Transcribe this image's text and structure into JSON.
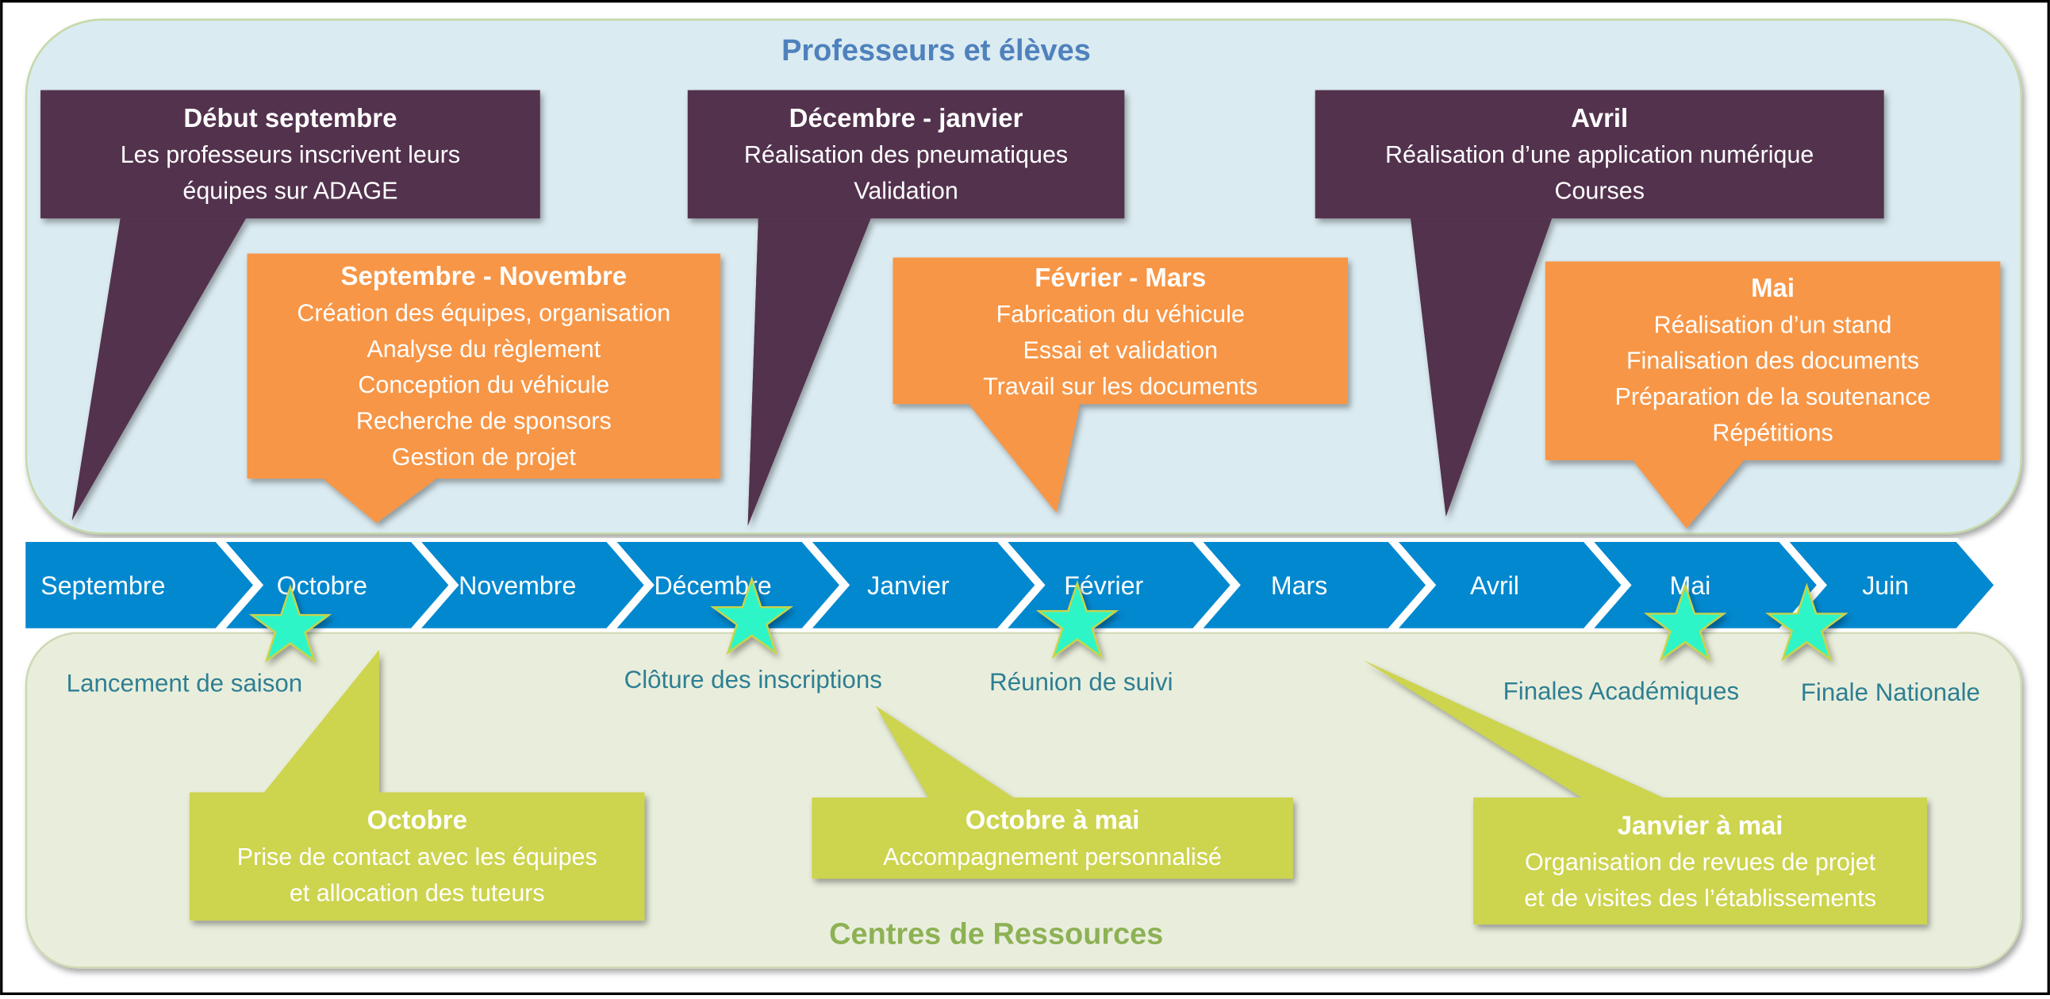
{
  "colors": {
    "top_panel": "#daebf1",
    "top_panel_border": "#c5d9a8",
    "bottom_panel": "#e9eedc",
    "bottom_panel_border": "#cdd9b4",
    "purple": "#53324d",
    "orange": "#f79646",
    "lime": "#cdd44e",
    "chevron": "#0288cf",
    "star": "#2ef5c8",
    "star_edge": "#c8d44a",
    "milestone_text": "#2e7f93",
    "top_title": "#4f81bd",
    "bottom_title": "#8db154"
  },
  "top_section": {
    "title": "Professeurs et élèves",
    "callouts": [
      {
        "kind": "purple",
        "title": "Début septembre",
        "lines": [
          "Les professeurs inscrivent leurs",
          "équipes sur ADAGE"
        ]
      },
      {
        "kind": "orange",
        "title": "Septembre - Novembre",
        "lines": [
          "Création des équipes, organisation",
          "Analyse du règlement",
          "Conception du véhicule",
          "Recherche de sponsors",
          "Gestion de projet"
        ]
      },
      {
        "kind": "purple",
        "title": "Décembre - janvier",
        "lines": [
          "Réalisation des pneumatiques",
          "Validation"
        ]
      },
      {
        "kind": "orange",
        "title": "Février - Mars",
        "lines": [
          "Fabrication du véhicule",
          "Essai et validation",
          "Travail sur les documents"
        ]
      },
      {
        "kind": "purple",
        "title": "Avril",
        "lines": [
          "Réalisation d’une application numérique",
          "Courses"
        ]
      },
      {
        "kind": "orange",
        "title": "Mai",
        "lines": [
          "Réalisation d’un stand",
          "Finalisation des documents",
          "Préparation de la soutenance",
          "Répétitions"
        ]
      }
    ]
  },
  "timeline": {
    "months": [
      "Septembre",
      "Octobre",
      "Novembre",
      "Décembre",
      "Janvier",
      "Février",
      "Mars",
      "Avril",
      "Mai",
      "Juin"
    ]
  },
  "milestones": [
    {
      "label": "Lancement de saison",
      "icon": "star-icon"
    },
    {
      "label": "Clôture des inscriptions",
      "icon": "star-icon"
    },
    {
      "label": "Réunion de suivi",
      "icon": "star-icon"
    },
    {
      "label": "Finales Académiques",
      "icon": "star-icon"
    },
    {
      "label": "Finale Nationale",
      "icon": "star-icon"
    }
  ],
  "bottom_section": {
    "title": "Centres de Ressources",
    "callouts": [
      {
        "kind": "lime",
        "title": "Octobre",
        "lines": [
          "Prise de contact avec les équipes",
          "et allocation des tuteurs"
        ]
      },
      {
        "kind": "lime",
        "title": "Octobre à mai",
        "lines": [
          "Accompagnement personnalisé"
        ]
      },
      {
        "kind": "lime",
        "title": "Janvier à mai",
        "lines": [
          "Organisation de revues de projet",
          "et de visites des l’établissements"
        ]
      }
    ]
  }
}
